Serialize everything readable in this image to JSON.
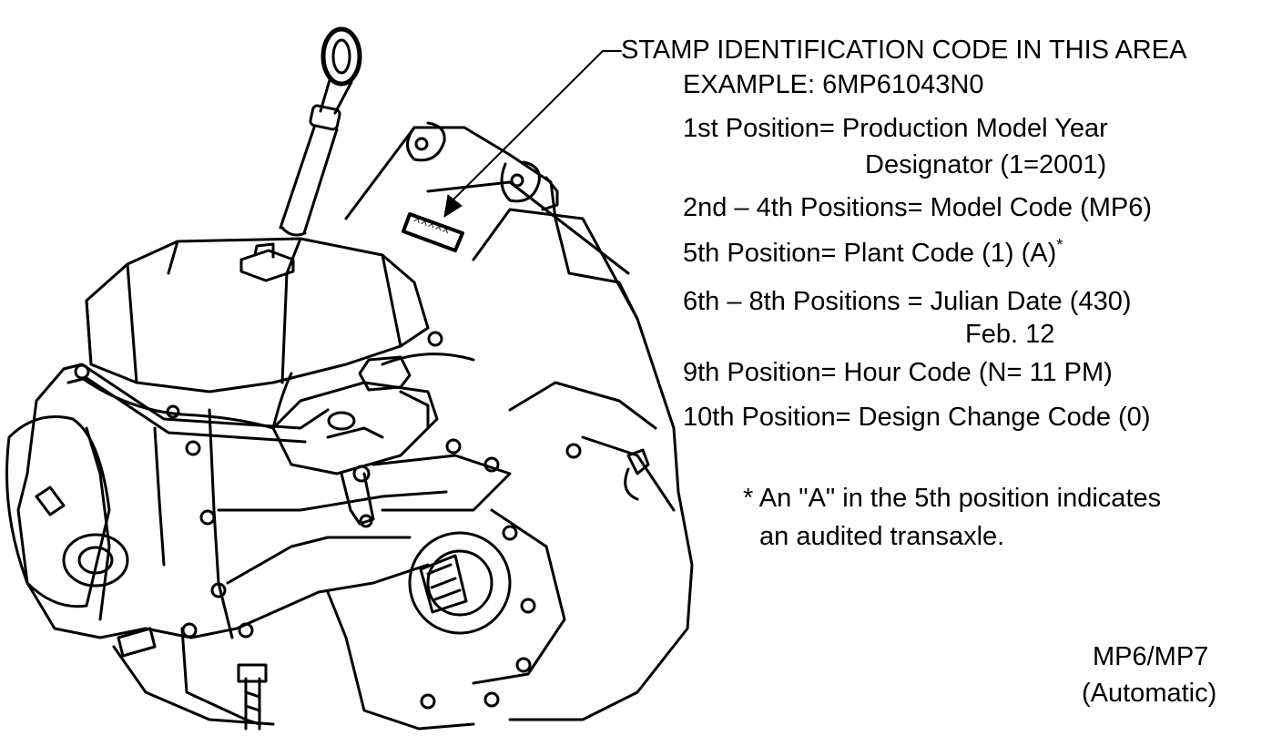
{
  "callout": {
    "stamp_area": "STAMP IDENTIFICATION CODE IN THIS AREA",
    "example": "EXAMPLE: 6MP61043N0"
  },
  "stamp_plate": "XXXXX",
  "positions": [
    {
      "label": "1st Position=",
      "value": "Production Model Year",
      "continuation": "Designator (1=2001)"
    },
    {
      "label": "2nd – 4th Positions=",
      "value": "Model Code (MP6)"
    },
    {
      "label": "5th Position=",
      "value": "Plant Code (1) (A)",
      "marker": "*"
    },
    {
      "label": "6th – 8th Positions =",
      "value": "Julian Date (430)",
      "continuation": "Feb. 12"
    },
    {
      "label": "9th Position=",
      "value": "Hour Code (N= 11 PM)"
    },
    {
      "label": "10th Position=",
      "value": "Design Change Code (0)"
    }
  ],
  "footnote": {
    "marker": "*",
    "line1": "An \"A\" in the 5th position indicates",
    "line2": "an audited transaxle."
  },
  "model": {
    "name": "MP6/MP7",
    "type": "(Automatic)"
  }
}
